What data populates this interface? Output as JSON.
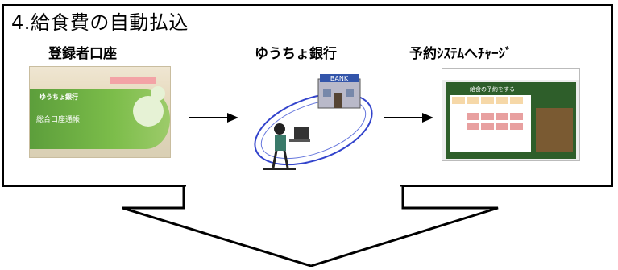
{
  "title": "4.給食費の自動払込",
  "steps": [
    {
      "label": "登録者口座"
    },
    {
      "label": "ゆうちょ銀行"
    },
    {
      "label": "予約ｼｽﾃﾑへﾁｬｰｼﾞ"
    }
  ],
  "passbook": {
    "bank_text": "ゆうちょ銀行",
    "account_text": "総合口座通帳"
  },
  "bank_sign": "BANK",
  "screen": {
    "header_text": "給食の予約をする"
  }
}
